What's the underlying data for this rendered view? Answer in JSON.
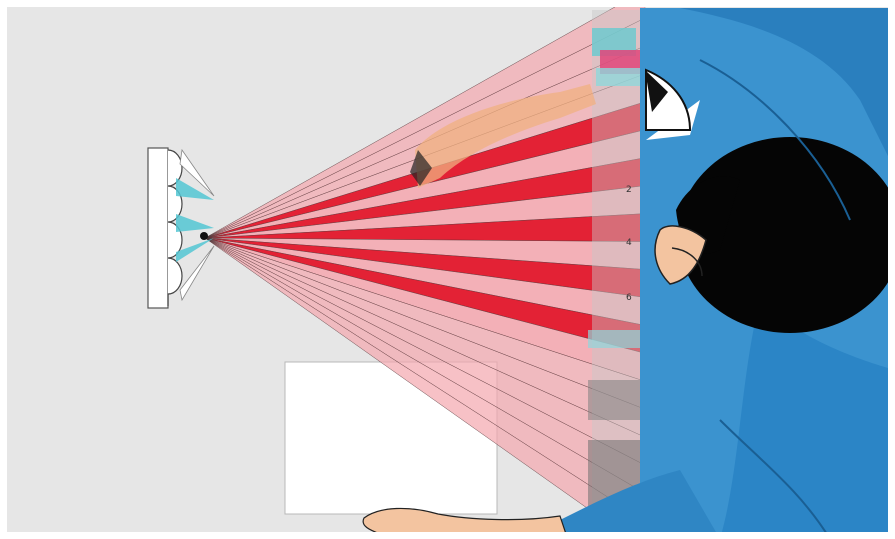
{
  "colors": {
    "background": "#e6e6e6",
    "beam_bright": "#e3172b",
    "beam_light": "#f4a6ae",
    "person_blue": "#3b93cf",
    "person_blue_dark": "#1f6ea8",
    "hair": "#050505",
    "skin": "#f3c4a0",
    "accent_cyan": "#5fd0d8"
  },
  "beam_labels": [
    "2",
    "4",
    "6"
  ],
  "icons": [
    "light-curtain-emitter-icon",
    "operator-figure-icon"
  ]
}
